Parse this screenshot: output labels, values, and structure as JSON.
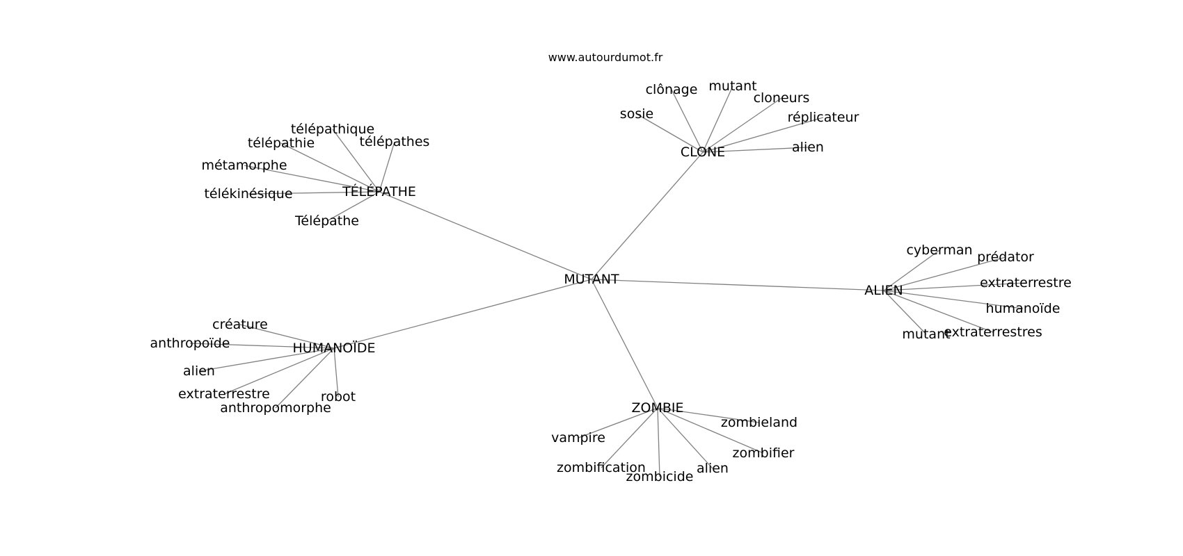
{
  "watermark": "www.autourdumot.fr",
  "graph": {
    "center": "MUTANT",
    "edge_color": "#808080",
    "hubs": [
      {
        "id": "telepathe",
        "label": "TÉLÉPATHE",
        "leaves": [
          "télépathique",
          "télépathie",
          "télépathes",
          "métamorphe",
          "télékinésique",
          "Télépathe"
        ]
      },
      {
        "id": "clone",
        "label": "CLONE",
        "leaves": [
          "clônage",
          "mutant",
          "cloneurs",
          "sosie",
          "réplicateur",
          "alien"
        ]
      },
      {
        "id": "alien",
        "label": "ALIEN",
        "leaves": [
          "cyberman",
          "prédator",
          "extraterrestre",
          "humanoïde",
          "extraterrestres",
          "mutant"
        ]
      },
      {
        "id": "zombie",
        "label": "ZOMBIE",
        "leaves": [
          "zombieland",
          "vampire",
          "zombifier",
          "zombification",
          "zombicide",
          "alien"
        ]
      },
      {
        "id": "humanoide",
        "label": "HUMANOÏDE",
        "leaves": [
          "créature",
          "anthropoïde",
          "alien",
          "extraterrestre",
          "robot",
          "anthropomorphe"
        ]
      }
    ]
  }
}
